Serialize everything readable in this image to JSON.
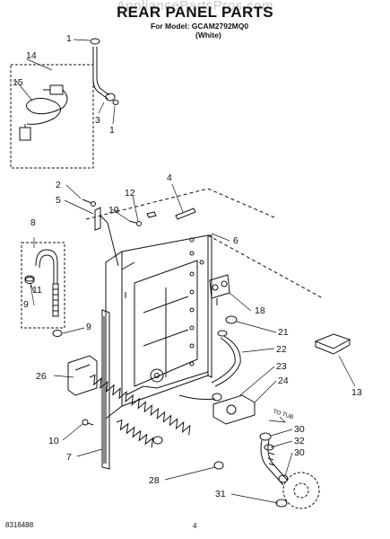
{
  "header": {
    "watermark": "AppliancePartsPros.com",
    "title": "REAR PANEL PARTS",
    "model_line": "For Model: GCAM2792MQ0",
    "color_line": "(White)"
  },
  "callouts": {
    "c1a": "1",
    "c1b": "1",
    "c2": "2",
    "c3": "3",
    "c4": "4",
    "c5": "5",
    "c6": "6",
    "c7": "7",
    "c8": "8",
    "c9a": "9",
    "c9b": "9",
    "c10": "10",
    "c11": "11",
    "c12": "12",
    "c13": "13",
    "c14": "14",
    "c15": "15",
    "c18": "18",
    "c19": "19",
    "c21": "21",
    "c22": "22",
    "c23": "23",
    "c24": "24",
    "c26": "26",
    "c28": "28",
    "c30a": "30",
    "c30b": "30",
    "c31": "31",
    "c32": "32"
  },
  "annotations": {
    "to_tub": "TO TUB"
  },
  "footer": {
    "doc_number": "8316488",
    "page": "4"
  }
}
